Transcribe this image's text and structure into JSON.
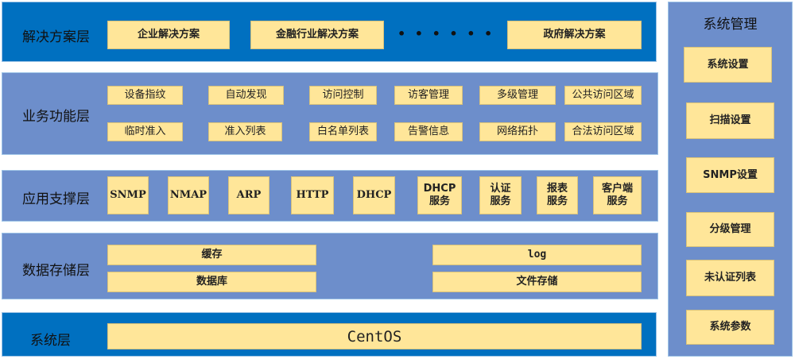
{
  "layers": {
    "solution": {
      "label": "解决方案层",
      "items": [
        "企业解决方案",
        "金融行业解决方案",
        "政府解决方案"
      ],
      "ellipsis": "• • • • • •"
    },
    "business": {
      "label": "业务功能层",
      "items": [
        "设备指纹",
        "自动发现",
        "访问控制",
        "访客管理",
        "多级管理",
        "公共访问区域",
        "临时准入",
        "准入列表",
        "白名单列表",
        "告警信息",
        "网络拓扑",
        "合法访问区域"
      ]
    },
    "support": {
      "label": "应用支撑层",
      "items": [
        "SNMP",
        "NMAP",
        "ARP",
        "HTTP",
        "DHCP",
        "DHCP\n服务",
        "认证\n服务",
        "报表\n服务",
        "客户端\n服务"
      ]
    },
    "storage": {
      "label": "数据存储层",
      "items": [
        "缓存",
        "数据库",
        "log",
        "文件存储"
      ]
    },
    "system": {
      "label": "系统层",
      "items": [
        "CentOS"
      ]
    }
  },
  "management": {
    "title": "系统管理",
    "items": [
      "系统设置",
      "扫描设置",
      "SNMP设置",
      "分级管理",
      "未认证列表",
      "系统参数"
    ]
  }
}
